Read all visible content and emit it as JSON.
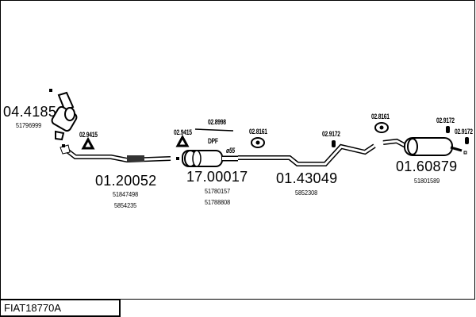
{
  "diagram_code": "FIAT18770A",
  "parts": [
    {
      "number": "04.4185",
      "oem": [
        "51796999"
      ]
    },
    {
      "number": "01.20052",
      "oem": [
        "51847498",
        "5854235"
      ]
    },
    {
      "number": "17.00017",
      "oem": [
        "51780157",
        "51788808"
      ]
    },
    {
      "number": "01.43049",
      "oem": [
        "5852308"
      ]
    },
    {
      "number": "01.60879",
      "oem": [
        "51801589"
      ]
    }
  ],
  "accessories": {
    "gasket_a": "02.9415",
    "gasket_b": "02.9415",
    "clamp": "02.8998",
    "mount_a": "02.8161",
    "mount_b": "02.8161",
    "rubber_a": "02.9172",
    "rubber_b": "02.9172",
    "rubber_c": "02.9172"
  },
  "annotations": {
    "dpf": "DPF",
    "diameter": "ø55"
  }
}
